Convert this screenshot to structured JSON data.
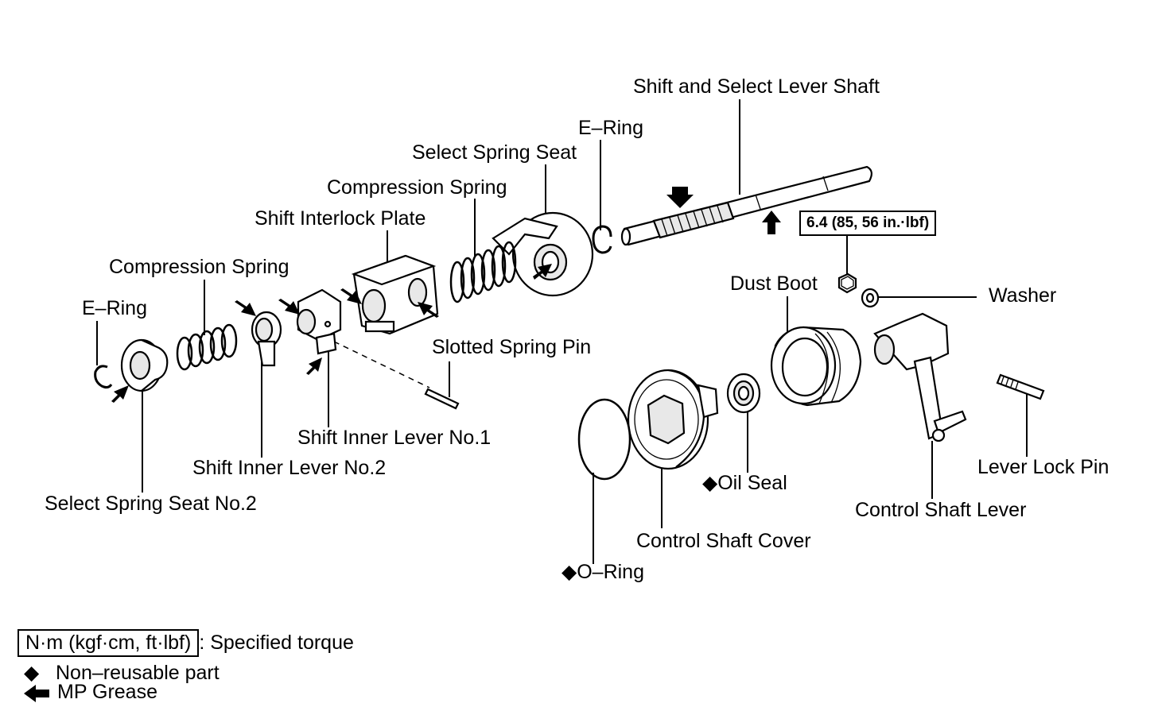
{
  "labels": {
    "shift_select_lever_shaft": "Shift and Select Lever Shaft",
    "e_ring_top": "E–Ring",
    "select_spring_seat": "Select Spring Seat",
    "compression_spring_top": "Compression Spring",
    "shift_interlock_plate": "Shift Interlock Plate",
    "compression_spring_left": "Compression Spring",
    "e_ring_left": "E–Ring",
    "slotted_spring_pin": "Slotted Spring Pin",
    "shift_inner_lever_no1": "Shift Inner Lever No.1",
    "shift_inner_lever_no2": "Shift Inner Lever No.2",
    "select_spring_seat_no2": "Select Spring Seat No.2",
    "torque_spec": "6.4 (85, 56 in.·lbf)",
    "dust_boot": "Dust Boot",
    "washer": "Washer",
    "oil_seal": "◆Oil Seal",
    "control_shaft_cover": "Control Shaft Cover",
    "o_ring": "◆O–Ring",
    "lever_lock_pin": "Lever Lock Pin",
    "control_shaft_lever": "Control Shaft Lever"
  },
  "legend": {
    "torque_box": "N·m (kgf·cm, ft·lbf)",
    "torque_text": ": Specified torque",
    "non_reusable_symbol": "◆",
    "non_reusable_text": "Non–reusable part",
    "grease_text": "MP Grease"
  }
}
